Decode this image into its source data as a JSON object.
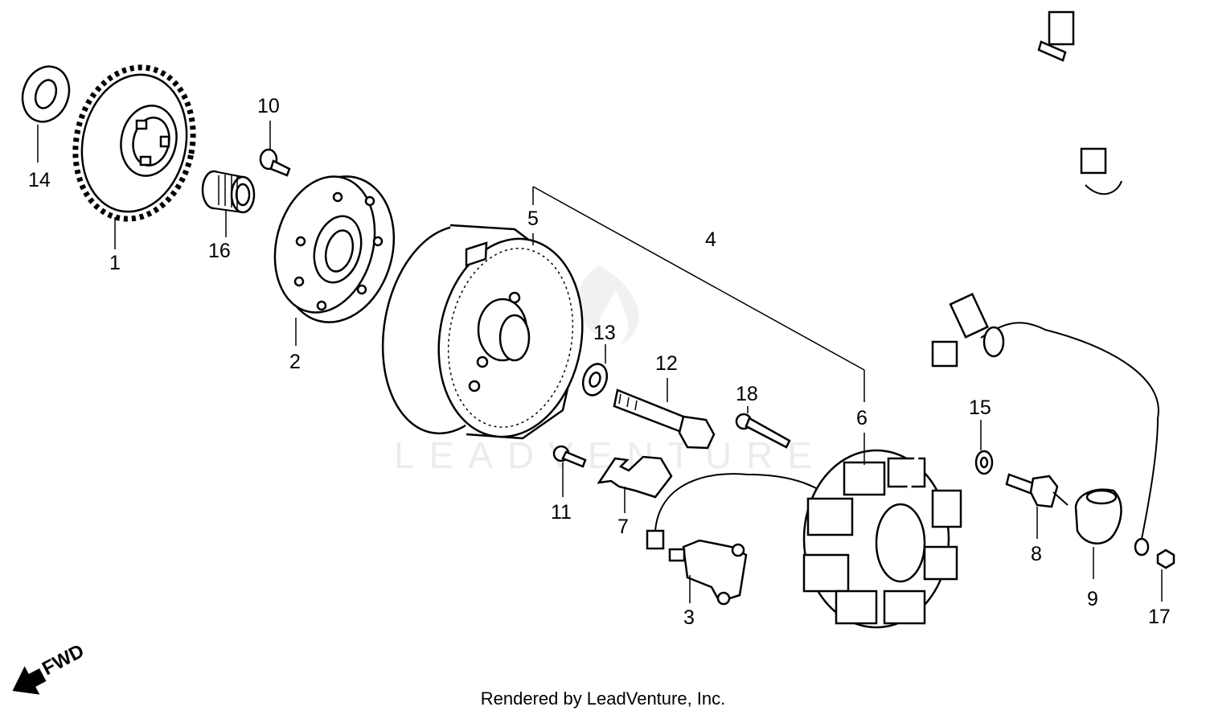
{
  "diagram": {
    "watermark": "LEADVENTURE",
    "fwd_label": "FWD",
    "footer": "Rendered by LeadVenture, Inc.",
    "part_numbers": {
      "p1": "1",
      "p2": "2",
      "p3": "3",
      "p4": "4",
      "p5": "5",
      "p6": "6",
      "p7": "7",
      "p8": "8",
      "p9": "9",
      "p10": "10",
      "p11": "11",
      "p12": "12",
      "p13": "13",
      "p14": "14",
      "p15": "15",
      "p16": "16",
      "p17": "17",
      "p18": "18"
    }
  }
}
